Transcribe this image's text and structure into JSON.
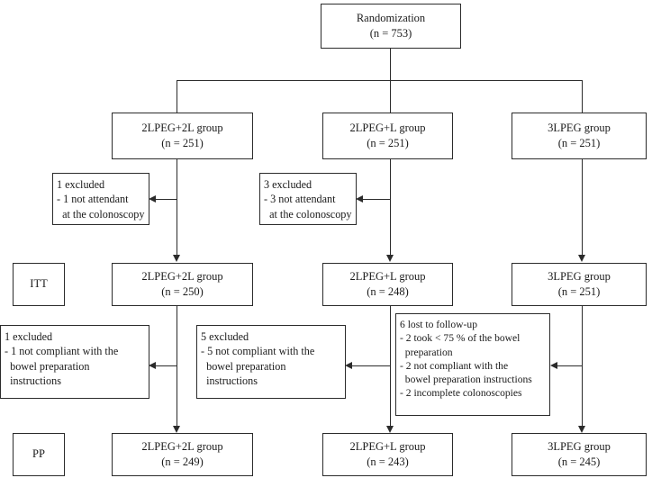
{
  "diagram": {
    "type": "consort-flow-diagram",
    "row_labels": [
      {
        "id": "itt",
        "text": "ITT"
      },
      {
        "id": "pp",
        "text": "PP"
      }
    ],
    "randomization": {
      "line1": "Randomization",
      "line2": "(n = 753)"
    },
    "row_allocation": [
      {
        "id": "alloc-2lpeg2l",
        "line1": "2LPEG+2L group",
        "line2": "(n = 251)"
      },
      {
        "id": "alloc-2lpegl",
        "line1": "2LPEG+L group",
        "line2": "(n = 251)"
      },
      {
        "id": "alloc-3lpeg",
        "line1": "3LPEG group",
        "line2": "(n = 251)"
      }
    ],
    "row_itt": [
      {
        "id": "itt-2lpeg2l",
        "line1": "2LPEG+2L group",
        "line2": "(n = 250)"
      },
      {
        "id": "itt-2lpegl",
        "line1": "2LPEG+L group",
        "line2": "(n = 248)"
      },
      {
        "id": "itt-3lpeg",
        "line1": "3LPEG group",
        "line2": "(n = 251)"
      }
    ],
    "row_pp": [
      {
        "id": "pp-2lpeg2l",
        "line1": "2LPEG+2L group",
        "line2": "(n = 249)"
      },
      {
        "id": "pp-2lpegl",
        "line1": "2LPEG+L group",
        "line2": "(n = 243)"
      },
      {
        "id": "pp-3lpeg",
        "line1": "3LPEG group",
        "line2": "(n = 245)"
      }
    ],
    "exclusions_allocation": [
      {
        "id": "excl-alloc-2lpeg2l",
        "line1": "1 excluded",
        "line2": "- 1 not attendant",
        "line3": "  at the colonoscopy"
      },
      {
        "id": "excl-alloc-2lpegl",
        "line1": "3 excluded",
        "line2": "- 3 not attendant",
        "line3": "  at the colonoscopy"
      }
    ],
    "exclusions_pp": [
      {
        "id": "excl-pp-2lpeg2l",
        "line1": "1 excluded",
        "line2": "- 1 not compliant with the",
        "line3": "  bowel preparation",
        "line4": "  instructions"
      },
      {
        "id": "excl-pp-2lpegl",
        "line1": "5 excluded",
        "line2": "- 5 not compliant with the",
        "line3": "  bowel preparation",
        "line4": "  instructions"
      },
      {
        "id": "excl-pp-3lpeg",
        "line1": "6 lost to follow-up",
        "line2": "- 2 took < 75 % of the bowel",
        "line3": "  preparation",
        "line4": "- 2 not compliant with the",
        "line5": "  bowel preparation instructions",
        "line6": "- 2 incomplete colonoscopies"
      }
    ],
    "colors": {
      "stroke": "#2b2b2b",
      "background": "#ffffff",
      "text": "#1a1a1a"
    }
  }
}
